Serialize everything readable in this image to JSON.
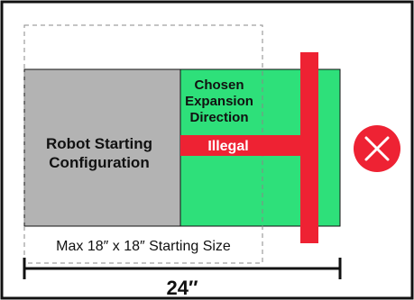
{
  "labels": {
    "robot_line1": "Robot Starting",
    "robot_line2": "Configuration",
    "chosen_line1": "Chosen",
    "chosen_line2": "Expansion",
    "chosen_line3": "Direction",
    "illegal": "Illegal",
    "max_size": "Max 18″ x 18″ Starting Size",
    "dimension": "24″"
  },
  "colors": {
    "robot_fill": "#b3b3b3",
    "expansion_fill": "#2ee07a",
    "illegal_red": "#ee2233",
    "outline": "#111111",
    "dashed": "#888888"
  },
  "icons": {
    "illegal_marker": "x-circle-icon"
  }
}
